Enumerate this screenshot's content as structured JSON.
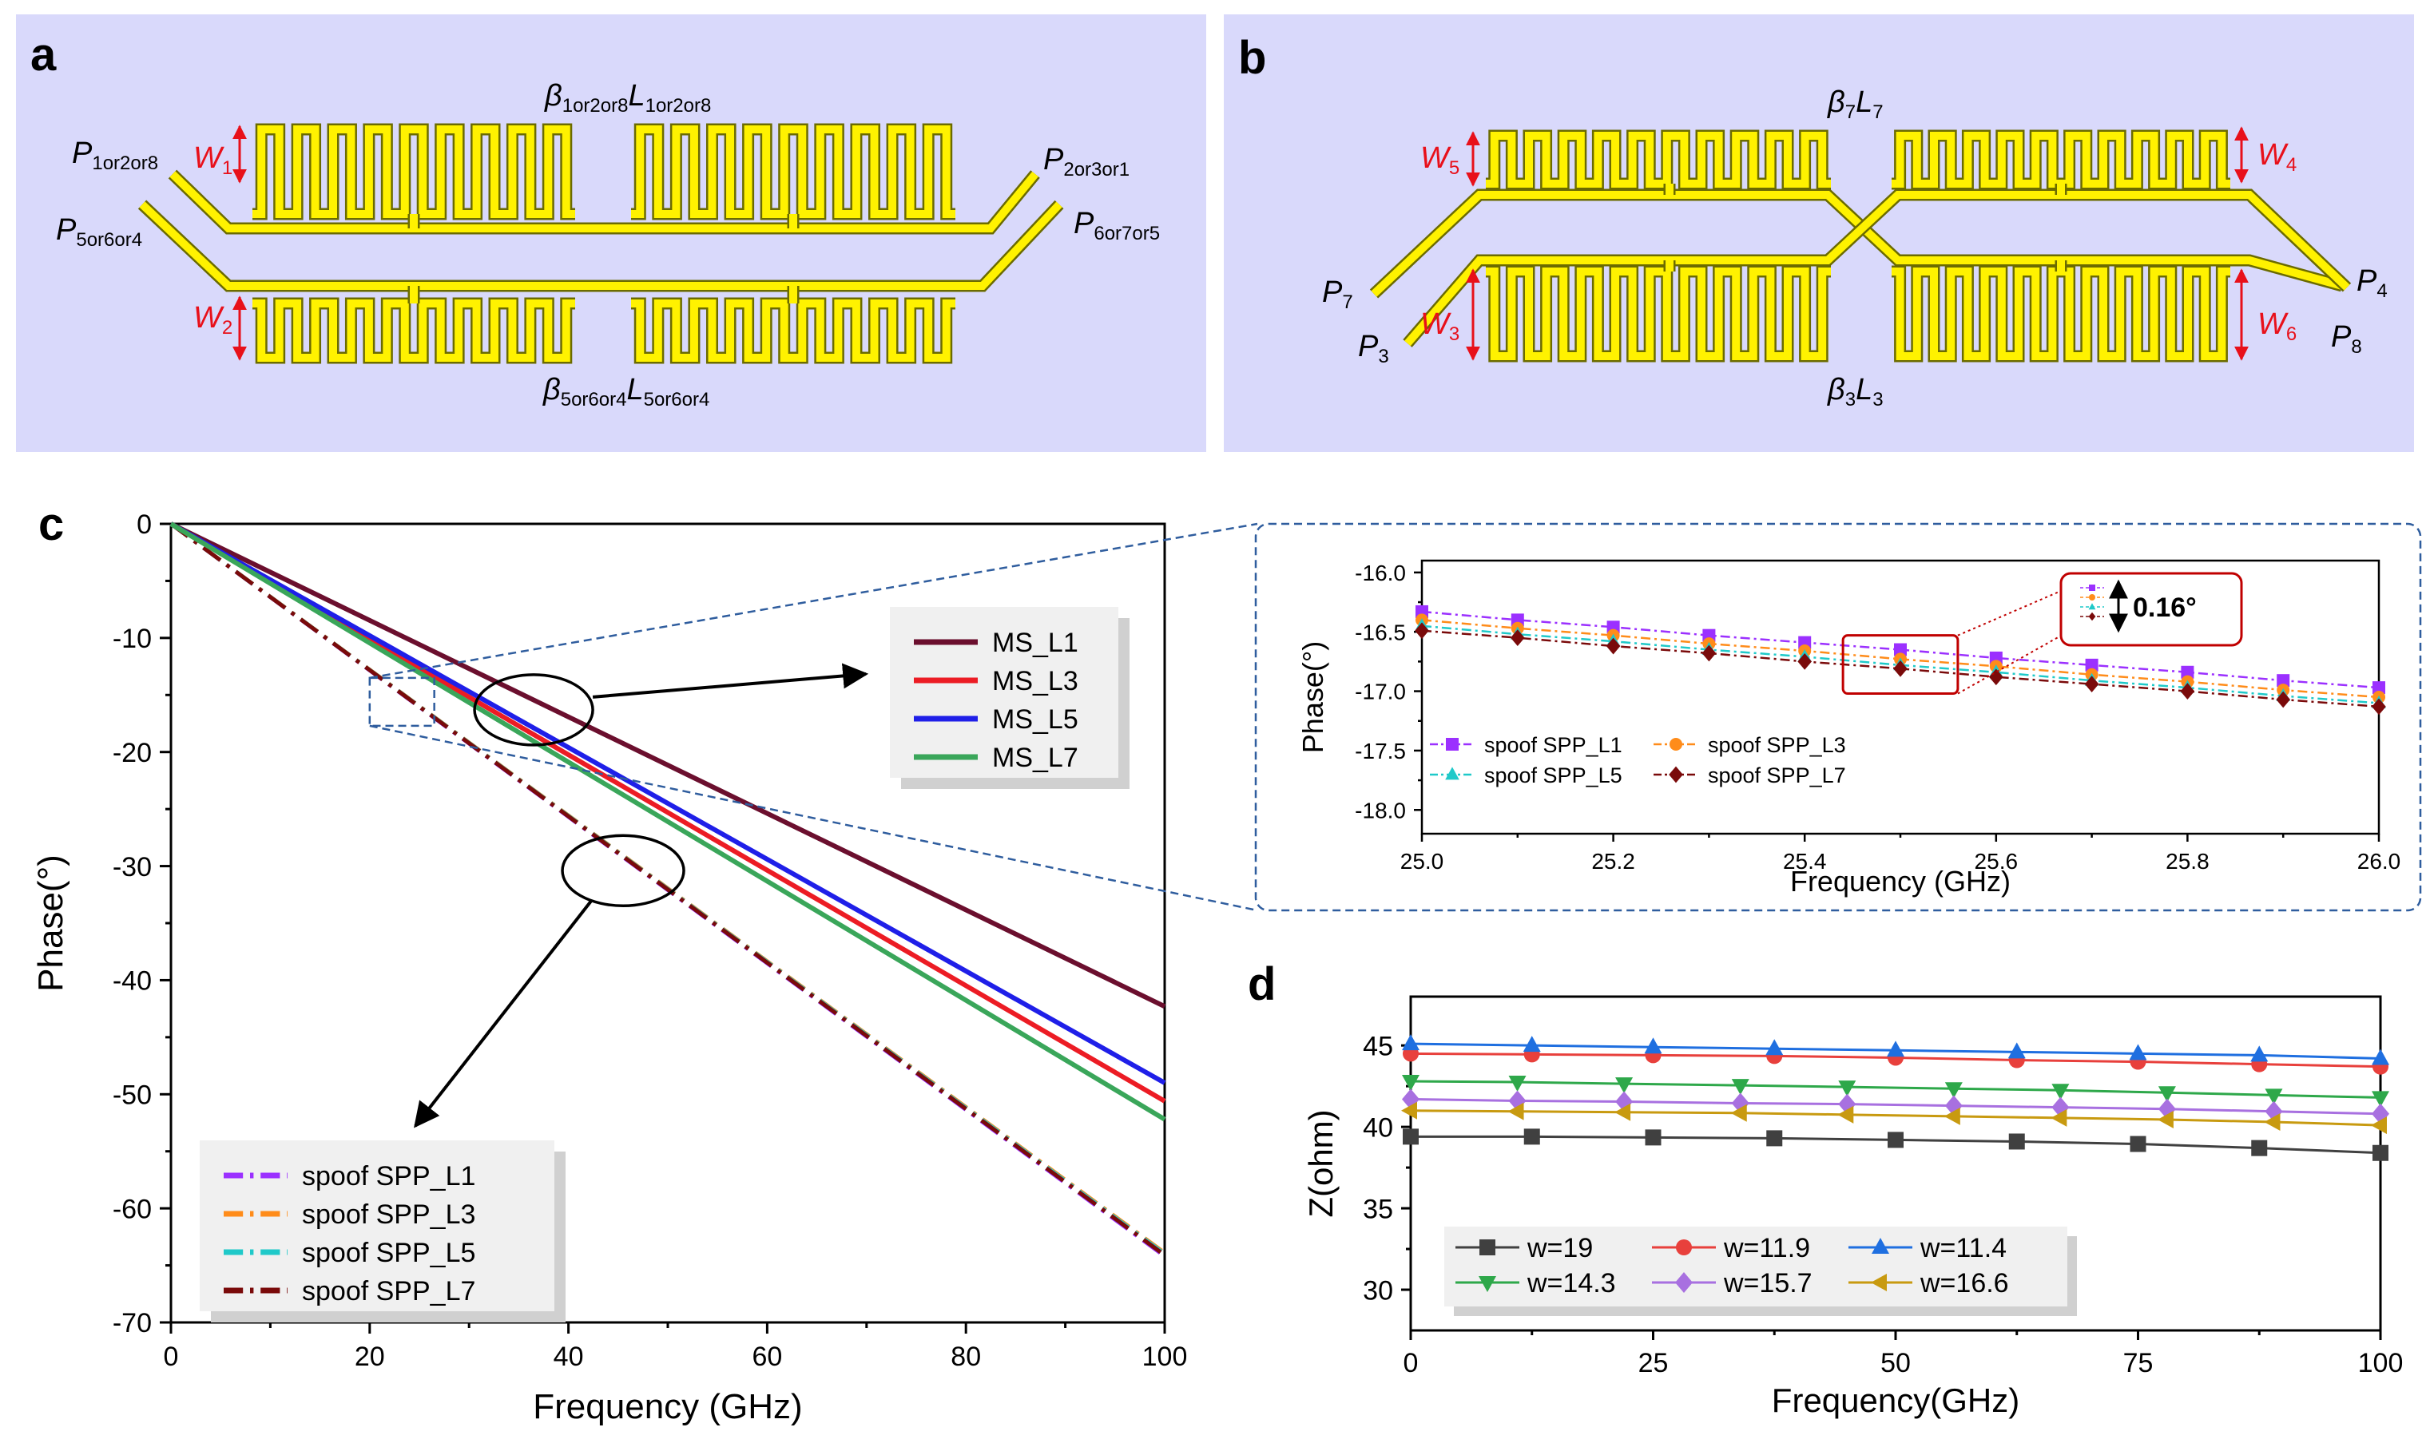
{
  "panels": {
    "a": {
      "letter": "a",
      "labels": {
        "top_beta": "β",
        "top_beta_sub": "1or2or8",
        "top_L": "L",
        "top_L_sub": "1or2or8",
        "bot_beta": "β",
        "bot_beta_sub": "5or6or4",
        "bot_L": "L",
        "bot_L_sub": "5or6or4",
        "p_tl": "P",
        "p_tl_sub": "1or2or8",
        "p_tr": "P",
        "p_tr_sub": "2or3or1",
        "p_bl": "P",
        "p_bl_sub": "5or6or4",
        "p_br": "P",
        "p_br_sub": "6or7or5",
        "w1": "W",
        "w1_sub": "1",
        "w2": "W",
        "w2_sub": "2"
      }
    },
    "b": {
      "letter": "b",
      "labels": {
        "top_beta": "β",
        "top_beta_sub": "7",
        "top_L": "L",
        "top_L_sub": "7",
        "bot_beta": "β",
        "bot_beta_sub": "3",
        "bot_L": "L",
        "bot_L_sub": "3",
        "p7": "P",
        "p7_sub": "7",
        "p3": "P",
        "p3_sub": "3",
        "p4": "P",
        "p4_sub": "4",
        "p8": "P",
        "p8_sub": "8",
        "w5": "W",
        "w5_sub": "5",
        "w3": "W",
        "w3_sub": "3",
        "w4": "W",
        "w4_sub": "4",
        "w6": "W",
        "w6_sub": "6"
      }
    },
    "c_letter": "c",
    "d_letter": "d"
  },
  "colors": {
    "panel_bg": "#d9d9fb",
    "trace_fill": "#fff200",
    "trace_stroke": "#6b6b00",
    "dim_arrow": "#e8101a",
    "zoom_box": "#2f5d9e",
    "highlight": "#c00000"
  },
  "chart_data": [
    {
      "id": "c",
      "type": "line",
      "xlabel": "Frequency (GHz)",
      "ylabel": "Phase(°)",
      "xlim": [
        0,
        100
      ],
      "ylim": [
        -70,
        0
      ],
      "xticks": [
        0,
        20,
        40,
        60,
        80,
        100
      ],
      "yticks": [
        0,
        -10,
        -20,
        -30,
        -40,
        -50,
        -60,
        -70
      ],
      "grid": false,
      "series": [
        {
          "name": "MS_L1",
          "color": "#6b0f2e",
          "style": "solid",
          "x": [
            0,
            100
          ],
          "y": [
            0,
            -42.3
          ]
        },
        {
          "name": "MS_L3",
          "color": "#ec1c24",
          "style": "solid",
          "x": [
            0,
            100
          ],
          "y": [
            0,
            -50.6
          ]
        },
        {
          "name": "MS_L5",
          "color": "#1f1fe8",
          "style": "solid",
          "x": [
            0,
            100
          ],
          "y": [
            0,
            -49.0
          ]
        },
        {
          "name": "MS_L7",
          "color": "#3aa65a",
          "style": "solid",
          "x": [
            0,
            100
          ],
          "y": [
            0,
            -52.2
          ]
        },
        {
          "name": "spoof SPP_L1",
          "color": "#9b30ff",
          "style": "dashdot",
          "x": [
            0,
            100
          ],
          "y": [
            0,
            -64.2
          ]
        },
        {
          "name": "spoof SPP_L3",
          "color": "#ff8c1a",
          "style": "dashdot",
          "x": [
            0,
            100
          ],
          "y": [
            0,
            -63.9
          ]
        },
        {
          "name": "spoof SPP_L5",
          "color": "#1fc9c9",
          "style": "dashdot",
          "x": [
            0,
            100
          ],
          "y": [
            0,
            -64.0
          ]
        },
        {
          "name": "spoof SPP_L7",
          "color": "#7a0a0a",
          "style": "dashdot",
          "x": [
            0,
            100
          ],
          "y": [
            0,
            -64.1
          ]
        }
      ],
      "legend_ms_placement": "upper-right",
      "legend_spp_placement": "lower-left"
    },
    {
      "id": "c_inset",
      "type": "line",
      "xlabel": "Frequency (GHz)",
      "ylabel": "Phase(°)",
      "xlim": [
        25.0,
        26.0
      ],
      "ylim": [
        -18.2,
        -15.9
      ],
      "xticks": [
        25.0,
        25.2,
        25.4,
        25.6,
        25.8,
        26.0
      ],
      "yticks": [
        -16.0,
        -16.5,
        -17.0,
        -17.5,
        -18.0
      ],
      "annotation": "0.16°",
      "x": [
        25.0,
        25.1,
        25.2,
        25.3,
        25.4,
        25.5,
        25.6,
        25.7,
        25.8,
        25.9,
        26.0
      ],
      "series": [
        {
          "name": "spoof SPP_L1",
          "color": "#9b30ff",
          "marker": "square",
          "y": [
            -16.33,
            -16.4,
            -16.46,
            -16.53,
            -16.59,
            -16.65,
            -16.72,
            -16.78,
            -16.84,
            -16.91,
            -16.97
          ]
        },
        {
          "name": "spoof SPP_L3",
          "color": "#ff8c1a",
          "marker": "circle",
          "y": [
            -16.4,
            -16.47,
            -16.53,
            -16.6,
            -16.66,
            -16.73,
            -16.79,
            -16.86,
            -16.92,
            -16.99,
            -17.05
          ]
        },
        {
          "name": "spoof SPP_L5",
          "color": "#1fc9c9",
          "marker": "triangle",
          "y": [
            -16.45,
            -16.52,
            -16.58,
            -16.65,
            -16.71,
            -16.78,
            -16.84,
            -16.91,
            -16.97,
            -17.04,
            -17.1
          ]
        },
        {
          "name": "spoof SPP_L7",
          "color": "#7a0a0a",
          "marker": "diamond",
          "y": [
            -16.49,
            -16.55,
            -16.62,
            -16.68,
            -16.75,
            -16.81,
            -16.88,
            -16.94,
            -17.0,
            -17.07,
            -17.13
          ]
        }
      ],
      "legend_placement": "lower-left"
    },
    {
      "id": "d",
      "type": "line",
      "xlabel": "Frequency(GHz)",
      "ylabel": "Z(ohm)",
      "xlim": [
        0,
        100
      ],
      "ylim": [
        27.5,
        48
      ],
      "xticks": [
        0,
        25,
        50,
        75,
        100
      ],
      "yticks": [
        30,
        35,
        40,
        45
      ],
      "series": [
        {
          "name": "w=19",
          "color": "#404040",
          "marker": "square",
          "x": [
            0,
            12.5,
            25,
            37.5,
            50,
            62.5,
            75,
            87.5,
            100
          ],
          "y": [
            39.4,
            39.4,
            39.35,
            39.3,
            39.2,
            39.1,
            38.95,
            38.7,
            38.4
          ]
        },
        {
          "name": "w=11.9",
          "color": "#e8403c",
          "marker": "circle",
          "x": [
            0,
            12.5,
            25,
            37.5,
            50,
            62.5,
            75,
            87.5,
            100
          ],
          "y": [
            44.5,
            44.45,
            44.4,
            44.35,
            44.25,
            44.1,
            44.0,
            43.85,
            43.7
          ]
        },
        {
          "name": "w=11.4",
          "color": "#1f6fe0",
          "marker": "triangle",
          "x": [
            0,
            12.5,
            25,
            37.5,
            50,
            62.5,
            75,
            87.5,
            100
          ],
          "y": [
            45.1,
            45.0,
            44.9,
            44.8,
            44.7,
            44.6,
            44.5,
            44.4,
            44.2
          ]
        },
        {
          "name": "w=14.3",
          "color": "#2ea84a",
          "marker": "triangle-down",
          "x": [
            0,
            11,
            22,
            34,
            45,
            56,
            67,
            78,
            89,
            100
          ],
          "y": [
            42.8,
            42.75,
            42.65,
            42.55,
            42.45,
            42.35,
            42.25,
            42.1,
            41.95,
            41.8
          ]
        },
        {
          "name": "w=15.7",
          "color": "#a870e0",
          "marker": "diamond",
          "x": [
            0,
            11,
            22,
            34,
            45,
            56,
            67,
            78,
            89,
            100
          ],
          "y": [
            41.7,
            41.6,
            41.55,
            41.45,
            41.4,
            41.3,
            41.2,
            41.1,
            40.95,
            40.8
          ]
        },
        {
          "name": "w=16.6",
          "color": "#c89a10",
          "marker": "triangle-left",
          "x": [
            0,
            11,
            22,
            34,
            45,
            56,
            67,
            78,
            89,
            100
          ],
          "y": [
            41.0,
            40.95,
            40.9,
            40.85,
            40.75,
            40.65,
            40.55,
            40.45,
            40.3,
            40.1
          ]
        }
      ],
      "legend_placement": "lower-center"
    }
  ]
}
